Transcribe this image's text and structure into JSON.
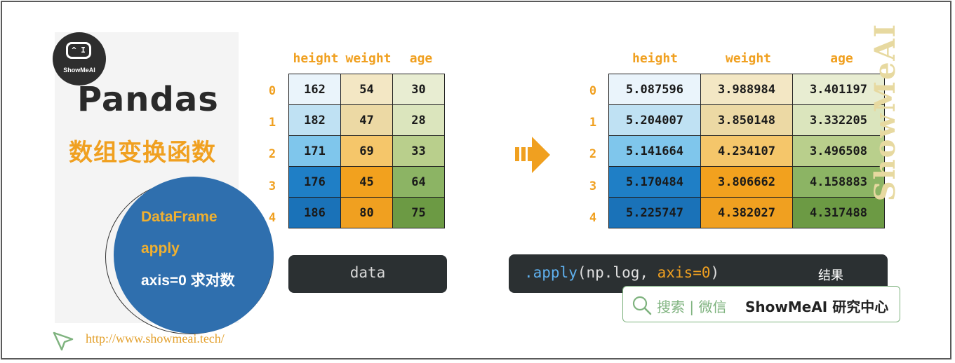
{
  "logo": {
    "symbol": "^ I",
    "text": "ShowMeAI"
  },
  "title": "Pandas",
  "subtitle": "数组变换函数",
  "circle": {
    "line1": "DataFrame",
    "line2": "apply",
    "line3": "axis=0 求对数"
  },
  "url": "http://www.showmeai.tech/",
  "watermark": "ShowMeAI",
  "left_table": {
    "columns": [
      "height",
      "weight",
      "age"
    ],
    "index": [
      "0",
      "1",
      "2",
      "3",
      "4"
    ],
    "rows": [
      [
        "162",
        "54",
        "30"
      ],
      [
        "182",
        "47",
        "28"
      ],
      [
        "171",
        "69",
        "33"
      ],
      [
        "176",
        "45",
        "64"
      ],
      [
        "186",
        "80",
        "75"
      ]
    ],
    "colors": [
      [
        "#eaf4fb",
        "#f3e7c4",
        "#e8edd2"
      ],
      [
        "#bfe1f3",
        "#ecd9a4",
        "#dbe5bd"
      ],
      [
        "#7fc6ec",
        "#f5c66a",
        "#b9cf8c"
      ],
      [
        "#1f7fc6",
        "#f2a11e",
        "#8cb464"
      ],
      [
        "#1a72b8",
        "#f0a020",
        "#6c9a44"
      ]
    ]
  },
  "right_table": {
    "columns": [
      "height",
      "weight",
      "age"
    ],
    "index": [
      "0",
      "1",
      "2",
      "3",
      "4"
    ],
    "rows": [
      [
        "5.087596",
        "3.988984",
        "3.401197"
      ],
      [
        "5.204007",
        "3.850148",
        "3.332205"
      ],
      [
        "5.141664",
        "4.234107",
        "3.496508"
      ],
      [
        "5.170484",
        "3.806662",
        "4.158883"
      ],
      [
        "5.225747",
        "4.382027",
        "4.317488"
      ]
    ],
    "colors": [
      [
        "#eaf4fb",
        "#f3e7c4",
        "#e8edd2"
      ],
      [
        "#bfe1f3",
        "#ecd9a4",
        "#dbe5bd"
      ],
      [
        "#7fc6ec",
        "#f5c66a",
        "#b9cf8c"
      ],
      [
        "#1f7fc6",
        "#f2a11e",
        "#8cb464"
      ],
      [
        "#1a72b8",
        "#f0a020",
        "#6c9a44"
      ]
    ]
  },
  "data_box": {
    "label": "data"
  },
  "code_box": {
    "dot_apply": ".apply",
    "open": "(np.log, ",
    "axis": "axis=0",
    "close": ")",
    "result": "结果"
  },
  "search": {
    "text": "搜索 | 微信",
    "brand": "ShowMeAI 研究中心"
  },
  "colors": {
    "accent": "#f0a020",
    "blue": "#2f6fae",
    "code_bg": "#2b3032"
  }
}
